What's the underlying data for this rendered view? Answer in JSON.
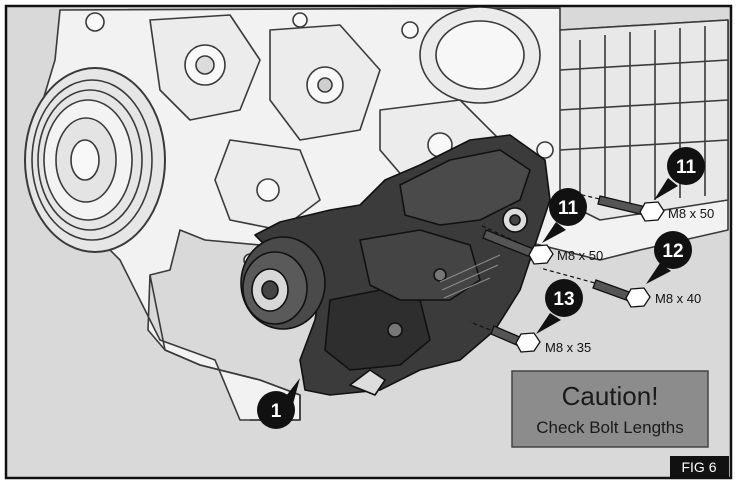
{
  "figure": {
    "label": "FIG 6",
    "callouts": [
      {
        "number": "1"
      },
      {
        "number": "11"
      },
      {
        "number": "11"
      },
      {
        "number": "12"
      },
      {
        "number": "13"
      }
    ],
    "bolt_labels": [
      "M8 x 50",
      "M8 x 50",
      "M8 x 40",
      "M8 x 35"
    ],
    "caution": {
      "title": "Caution!",
      "message": "Check Bolt Lengths"
    }
  },
  "colors": {
    "background": "#d9d9d9",
    "frame": "#111111",
    "engine_line": "#3a3a3a",
    "bracket": "#333333",
    "callout_fill": "#111111",
    "caution_box": "#8c8c8c"
  }
}
